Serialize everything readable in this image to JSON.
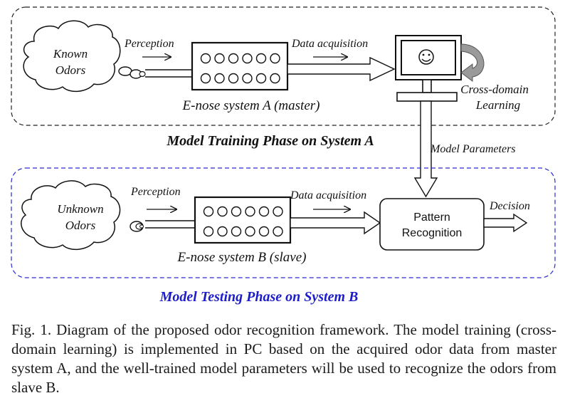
{
  "phase_a": {
    "title": "Model Training Phase on System A",
    "odor_label_line1": "Known",
    "odor_label_line2": "Odors",
    "perception": "Perception",
    "data_acquisition": "Data acquisition",
    "enose_label": "E-nose system A (master)",
    "cross_domain_line1": "Cross-domain",
    "cross_domain_line2": "Learning",
    "pc_icon": "smiley-face-icon"
  },
  "model_parameters": "Model Parameters",
  "phase_b": {
    "title": "Model Testing Phase on System B",
    "odor_label_line1": "Unknown",
    "odor_label_line2": "Odors",
    "perception": "Perception",
    "data_acquisition": "Data acquisition",
    "enose_label": "E-nose system B (slave)",
    "pattern_line1": "Pattern",
    "pattern_line2": "Recognition",
    "decision": "Decision"
  },
  "caption": {
    "text": "Fig. 1.   Diagram of the proposed odor recognition framework. The model training (cross-domain learning) is implemented in PC based on the acquired odor data from master system A, and the well-trained model parameters will be used to recognize the odors from slave B."
  },
  "colors": {
    "line": "#111111",
    "phase_a_border": "#222222",
    "phase_b_border": "#2a2ad0",
    "phase_b_title": "#1d1dc8",
    "pc_gray": "#9a9a9a"
  }
}
